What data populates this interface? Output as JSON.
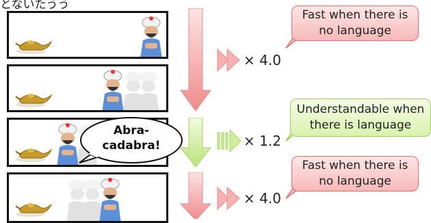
{
  "top_text": "とないたうう",
  "speech_bubble": {
    "line1": "Abra-",
    "line2": "cadabra!"
  },
  "rows": [
    {
      "callout_text": "Fast when there is no language",
      "multiplier": "× 4.0",
      "color": "#e86a6a"
    },
    {
      "callout_text": "Understandable when there is language",
      "multiplier": "× 1.2",
      "color": "#9ccf52"
    },
    {
      "callout_text": "Fast when there is no language",
      "multiplier": "× 4.0",
      "color": "#e86a6a"
    }
  ],
  "colors": {
    "red_arrow": "#f09a9a",
    "green_arrow": "#c6e98a",
    "frame_border": "#111111"
  },
  "icons": [
    "magic-lamp-icon",
    "genie-icon",
    "speed-arrow-icon",
    "slow-arrow-icon",
    "down-arrow-icon"
  ]
}
